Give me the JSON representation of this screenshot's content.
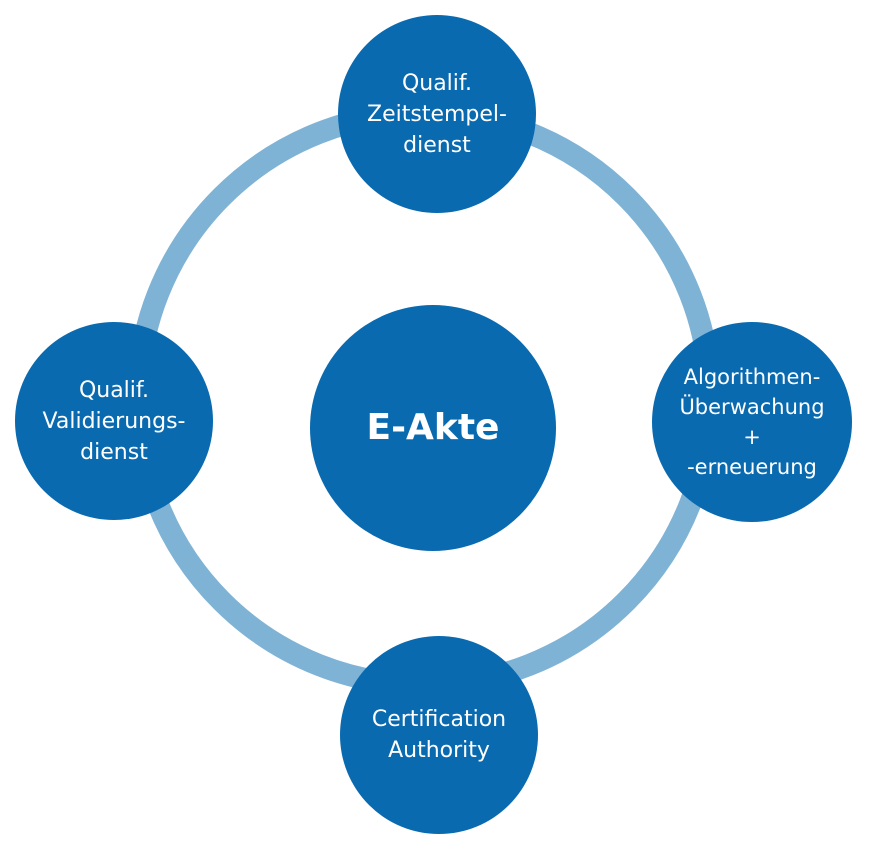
{
  "diagram": {
    "center": {
      "label": "E-Akte"
    },
    "nodes": {
      "top": {
        "label": "Qualif.\nZeitstempel-\ndienst"
      },
      "left": {
        "label": "Qualif.\nValidierungs-\ndienst"
      },
      "right": {
        "label": "Algorithmen-\nÜberwachung\n+\n-erneuerung"
      },
      "bottom": {
        "label": "Certification\nAuthority"
      }
    },
    "colors": {
      "node_fill": "#0a6ab0",
      "ring_stroke": "#7fb3d6",
      "text": "#ffffff"
    }
  }
}
